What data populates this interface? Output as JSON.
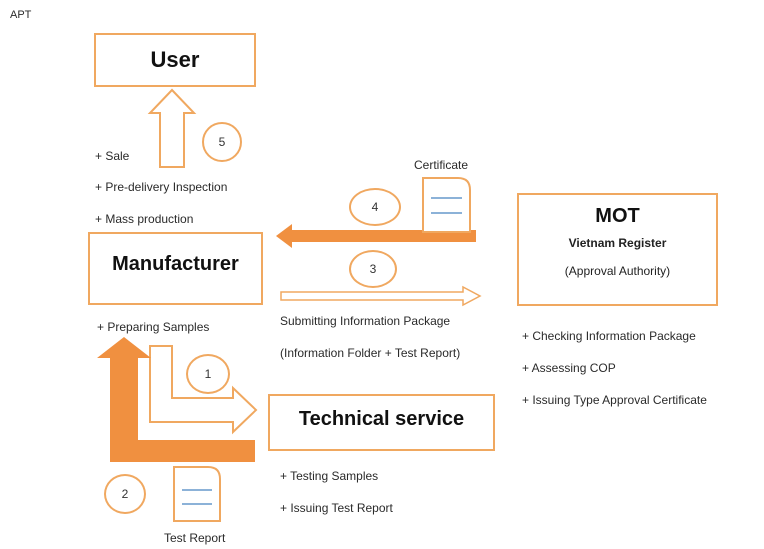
{
  "corner_label": "APT",
  "boxes": {
    "user": "User",
    "manufacturer": "Manufacturer",
    "mot": "MOT",
    "mot_sub": "Vietnam Register",
    "mot_role": "(Approval Authority)",
    "technical": "Technical service"
  },
  "steps": [
    "1",
    "2",
    "3",
    "4",
    "5"
  ],
  "documents": {
    "certificate": "Certificate",
    "test_report": "Test Report"
  },
  "manufacturer_tasks": [
    "+ Sale",
    "+ Pre-delivery Inspection",
    "+ Mass production"
  ],
  "manufacturer_prep": "+ Preparing Samples",
  "submission": {
    "line1": "Submitting Information Package",
    "line2": "(Information Folder + Test Report)"
  },
  "mot_tasks": [
    "+ Checking Information Package",
    "+ Assessing COP",
    "+ Issuing Type Approval Certificate"
  ],
  "technical_tasks": [
    "+ Testing Samples",
    "+ Issuing Test Report"
  ],
  "colors": {
    "accent": "#f0a860",
    "accent_solid": "#f09040",
    "doc_line": "#6699cc"
  }
}
